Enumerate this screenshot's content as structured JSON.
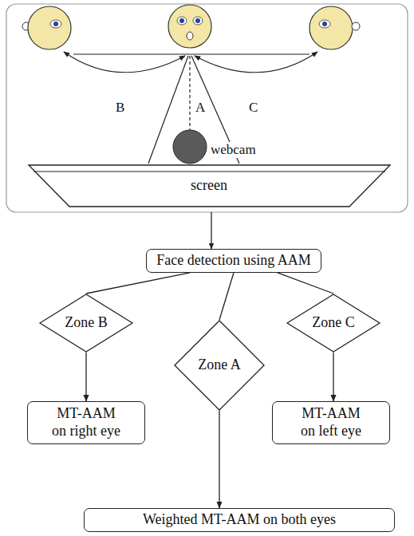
{
  "diagram": {
    "nodes": [
      {
        "text": [
          "screen"
        ]
      },
      {
        "text": [
          "Face detection using AAM"
        ]
      },
      {
        "text": [
          "Zone B"
        ]
      },
      {
        "text": [
          "Zone A"
        ]
      },
      {
        "text": [
          "Zone C"
        ]
      },
      {
        "text": [
          "MT-AAM on right eye"
        ]
      },
      {
        "text": [
          "MT-AAM on left eye"
        ]
      },
      {
        "text": [
          "Weighted MT-AAM on both eyes"
        ]
      }
    ],
    "edges": [
      {
        "from": 1,
        "to": 2,
        "arrow": "none"
      },
      {
        "from": 1,
        "to": 3,
        "arrow": "none"
      },
      {
        "from": 1,
        "to": 4,
        "arrow": "none"
      },
      {
        "from": 2,
        "to": 5,
        "arrow": "to"
      },
      {
        "from": 3,
        "to": 7,
        "arrow": "to"
      },
      {
        "from": 4,
        "to": 6,
        "arrow": "to"
      }
    ],
    "labels": [
      "B",
      "A",
      "C",
      "webcam"
    ]
  }
}
